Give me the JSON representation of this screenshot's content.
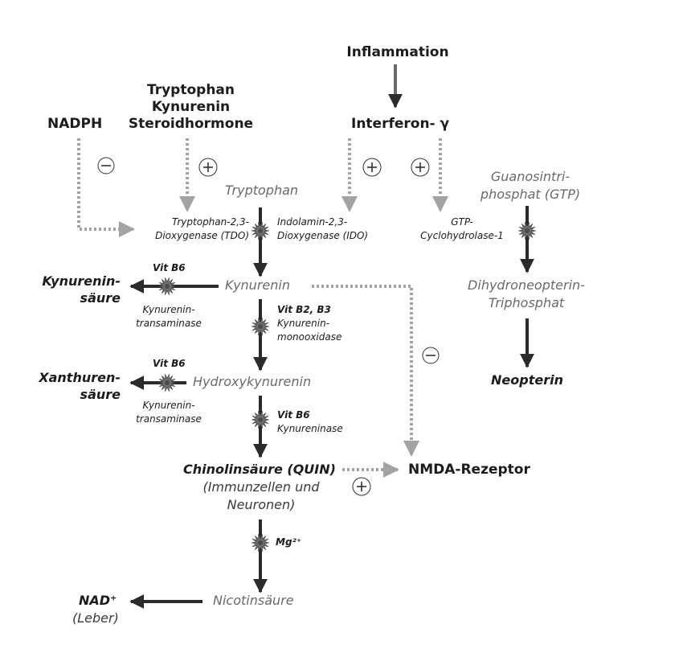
{
  "nodes": {
    "inflammation": "Inflammation",
    "tryptophan_kynurenin_steroid": [
      "Tryptophan",
      "Kynurenin",
      "Steroidhormone"
    ],
    "nadph": "NADPH",
    "interferon_gamma": "Interferon- γ",
    "tryptophan": "Tryptophan",
    "gtp": [
      "Guanosintri-",
      "phosphat (GTP)"
    ],
    "kynurenin": "Kynurenin",
    "kynureninsaeure": [
      "Kynurenin-",
      "säure"
    ],
    "dihydroneopterin": [
      "Dihydroneopterin-",
      "Triphosphat"
    ],
    "neopterin": "Neopterin",
    "hydroxykynurenin": "Hydroxykynurenin",
    "xanthurensaeure": [
      "Xanthuren-",
      "säure"
    ],
    "chinolinsaeure": "Chinolinsäure (QUIN)",
    "chinolinsaeure_note": [
      "(Immunzellen und",
      "Neuronen)"
    ],
    "nmda": "NMDA-Rezeptor",
    "nicotinsaeure": "Nicotinsäure",
    "nad": "NAD⁺",
    "nad_note": "(Leber)"
  },
  "enzymes": {
    "tdo": [
      "Tryptophan-2,3-",
      "Dioxygenase (TDO)"
    ],
    "ido": [
      "Indolamin-2,3-",
      "Dioxygenase (IDO)"
    ],
    "gtp_cyclohydrolase": [
      "GTP-",
      "Cyclohydrolase-1"
    ],
    "kat1": [
      "Kynurenin-",
      "transaminase"
    ],
    "kmo": [
      "Kynurenin-",
      "monooxidase"
    ],
    "kat2": [
      "Kynurenin-",
      "transaminase"
    ],
    "kynureninase": "Kynureninase"
  },
  "cofactors": {
    "vitb6_a": "Vit B6",
    "vitb2_b3": "Vit B2, B3",
    "vitb6_b": "Vit B6",
    "vitb6_c": "Vit B6",
    "mg": "Mg²⁺"
  },
  "regulation": {
    "plus": "+",
    "minus": "−"
  },
  "colors": {
    "ink": "#1c1c1c",
    "grey_text": "#6a6a6a",
    "arrow_dark": "#2b2b2b",
    "dotted": "#9a9a9a"
  }
}
